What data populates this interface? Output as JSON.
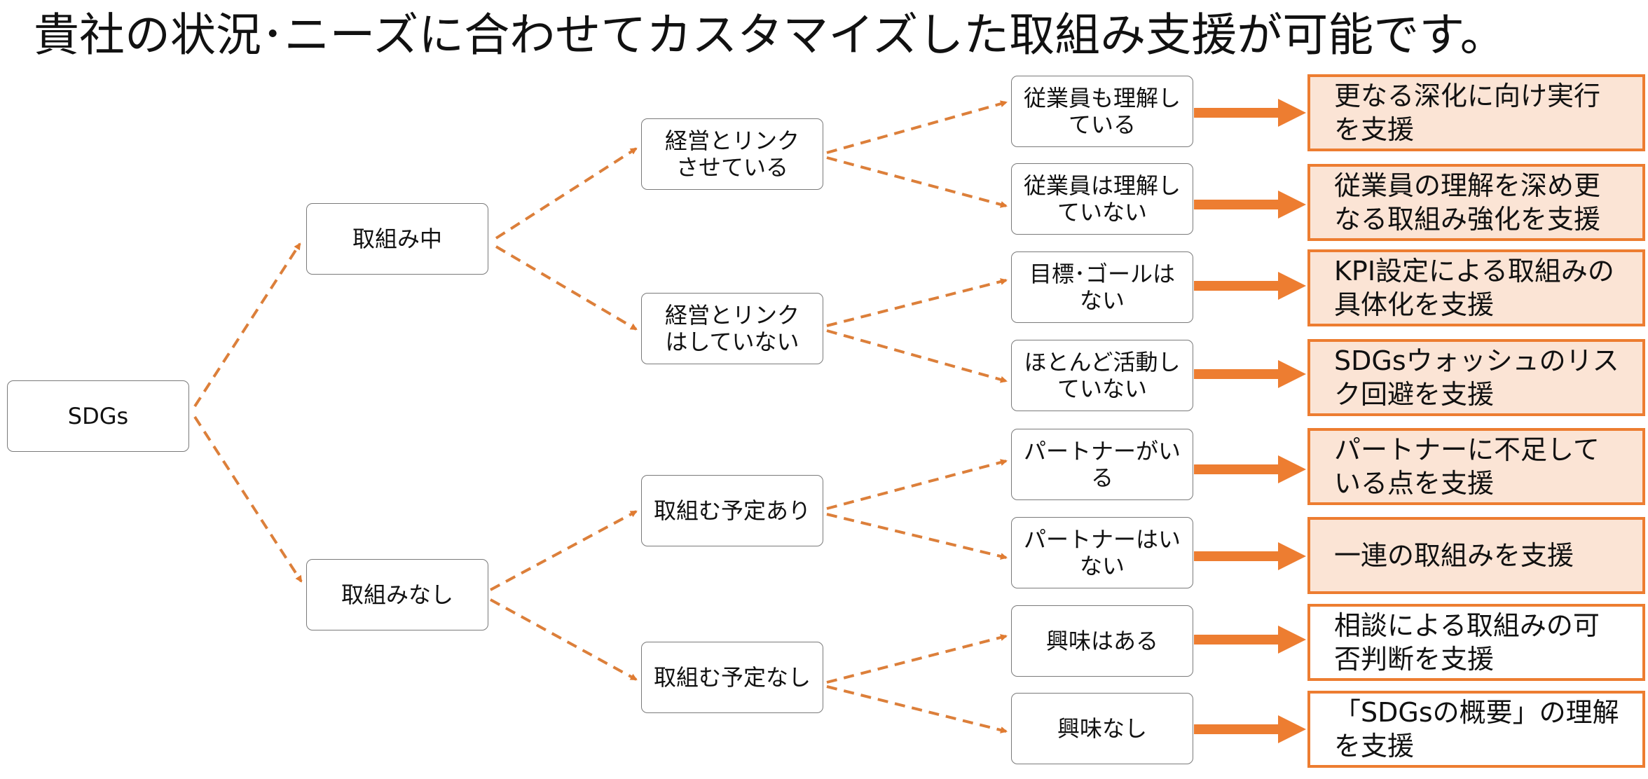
{
  "title": "貴社の状況･ニーズに合わせてカスタマイズした取組み支援が可能です。",
  "colors": {
    "accent": "#ed7d31",
    "support_fill": "#fbe4d5",
    "node_border": "#7a7a7a"
  },
  "tree": {
    "root": "SDGs",
    "level1": [
      "取組み中",
      "取組みなし"
    ],
    "level2": [
      "経営とリンクさせている",
      "経営とリンクはしていない",
      "取組む予定あり",
      "取組む予定なし"
    ],
    "level3": [
      "従業員も理解している",
      "従業員は理解していない",
      "目標･ゴールはない",
      "ほとんど活動していない",
      "パートナーがいる",
      "パートナーはいない",
      "興味はある",
      "興味なし"
    ],
    "support": [
      "更なる深化に向け実行を支援",
      "従業員の理解を深め更なる取組み強化を支援",
      "KPI設定による取組みの具体化を支援",
      "SDGsウォッシュのリスク回避を支援",
      "パートナーに不足している点を支援",
      "一連の取組みを支援",
      "相談による取組みの可否判断を支援",
      "「SDGsの概要」の理解を支援"
    ]
  }
}
